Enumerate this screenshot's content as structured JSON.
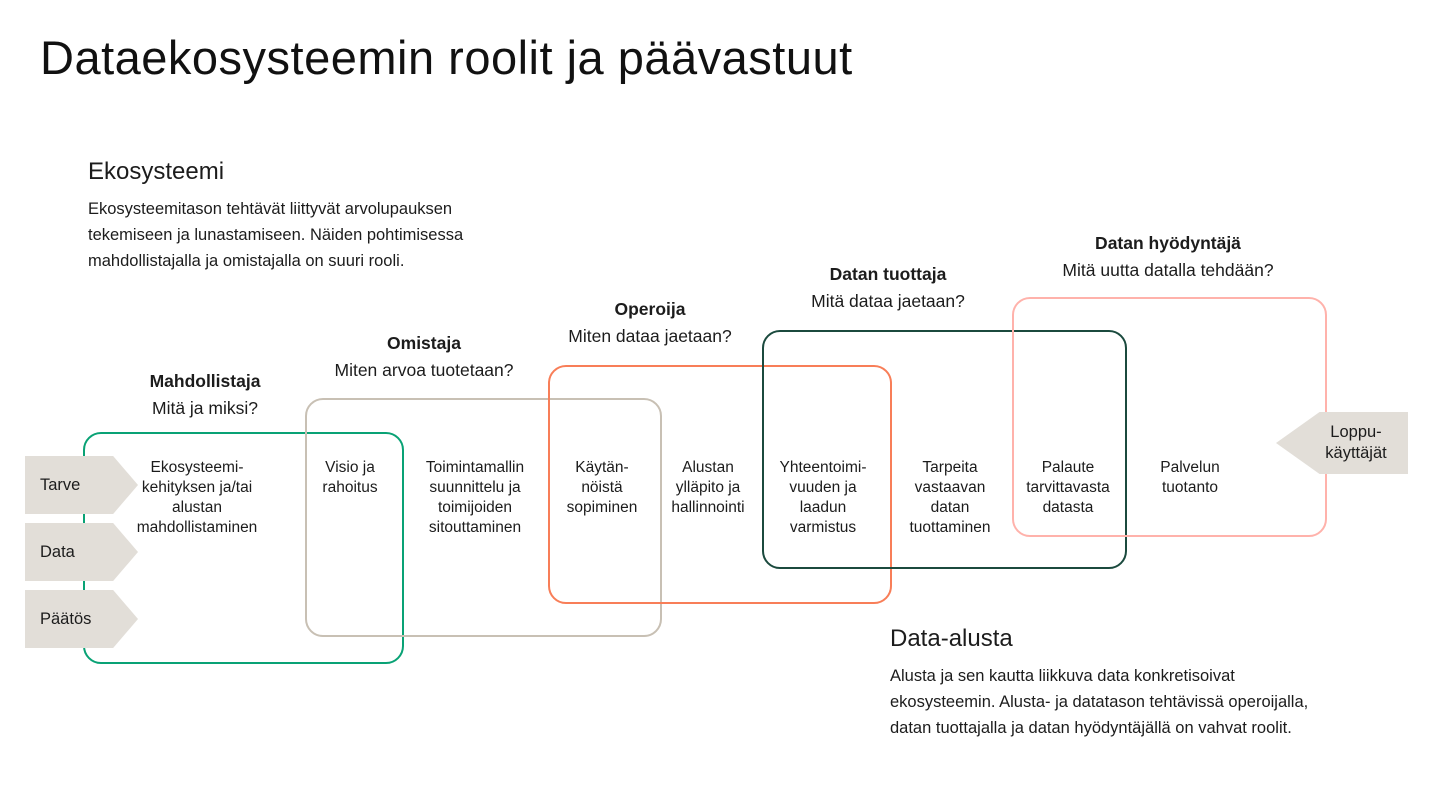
{
  "title": "Dataekosysteemin roolit ja päävastuut",
  "annotations": {
    "ecosystem": {
      "heading": "Ekosysteemi",
      "body": "Ekosysteemitason tehtävät liittyvät arvolupauksen\ntekemiseen ja lunastamiseen. Näiden pohtimisessa\nmahdollistajalla ja omistajalla on suuri rooli."
    },
    "data_platform": {
      "heading": "Data-alusta",
      "body": "Alusta ja sen kautta liikkuva data konkretisoivat\nekosysteemin. Alusta- ja datatason tehtävissä operoijalla,\ndatan tuottajalla ja datan hyödyntäjällä on vahvat roolit."
    }
  },
  "roles": [
    {
      "name": "Mahdollistaja",
      "question": "Mitä ja miksi?",
      "color": "#09a275"
    },
    {
      "name": "Omistaja",
      "question": "Miten arvoa tuotetaan?",
      "color": "#c8c0b4"
    },
    {
      "name": "Operoija",
      "question": "Miten dataa jaetaan?",
      "color": "#f87e58"
    },
    {
      "name": "Datan tuottaja",
      "question": "Mitä dataa jaetaan?",
      "color": "#1b4a3e"
    },
    {
      "name": "Datan hyödyntäjä",
      "question": "Mitä uutta datalla tehdään?",
      "color": "#ffb2ab"
    }
  ],
  "tasks": [
    {
      "label": "Ekosysteemi-\nkehityksen ja/tai\nalustan\nmahdollistaminen",
      "zone": "mahdollistaja"
    },
    {
      "label": "Visio ja\nrahoitus",
      "zone": "mahdollistaja+omistaja"
    },
    {
      "label": "Toimintamallin\nsuunnittelu ja\ntoimijoiden\nsitouttaminen",
      "zone": "omistaja"
    },
    {
      "label": "Käytän-\nnöistä\nsopiminen",
      "zone": "omistaja+operoija"
    },
    {
      "label": "Alustan\nylläpito ja\nhallinnointi",
      "zone": "operoija"
    },
    {
      "label": "Yhteentoimi-\nvuuden ja\nlaadun\nvarmistus",
      "zone": "operoija+datan-tuottaja"
    },
    {
      "label": "Tarpeita\nvastaavan\ndatan\ntuottaminen",
      "zone": "datan-tuottaja"
    },
    {
      "label": "Palaute\ntarvittavasta\ndatasta",
      "zone": "datan-tuottaja+datan-hyodyntaja"
    },
    {
      "label": "Palvelun\ntuotanto",
      "zone": "datan-hyodyntaja"
    }
  ],
  "inputs": [
    "Tarve",
    "Data",
    "Päätös"
  ],
  "output": "Loppu-\nkäyttäjät",
  "colors": {
    "arrow_fill": "#e2ded8",
    "text": "#1c1c1c",
    "background": "#ffffff"
  }
}
